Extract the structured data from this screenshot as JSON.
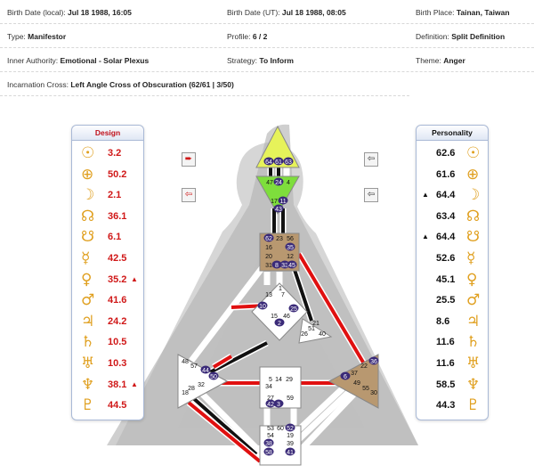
{
  "info": {
    "birth_date_local_label": "Birth Date (local):",
    "birth_date_local": "Jul 18 1988, 16:05",
    "birth_date_ut_label": "Birth Date (UT):",
    "birth_date_ut": "Jul 18 1988, 08:05",
    "birth_place_label": "Birth Place:",
    "birth_place": "Tainan, Taiwan",
    "type_label": "Type:",
    "type": "Manifestor",
    "profile_label": "Profile:",
    "profile": "6 / 2",
    "definition_label": "Definition:",
    "definition": "Split Definition",
    "authority_label": "Inner Authority:",
    "authority": "Emotional - Solar Plexus",
    "strategy_label": "Strategy:",
    "strategy": "To Inform",
    "theme_label": "Theme:",
    "theme": "Anger",
    "cross_label": "Incarnation Cross:",
    "cross": "Left Angle Cross of Obscuration (62/61 | 3/50)"
  },
  "design": {
    "title": "Design",
    "rows": [
      {
        "glyph": "☉",
        "icon": "sun-icon",
        "value": "3.2",
        "mark": ""
      },
      {
        "glyph": "⊕",
        "icon": "earth-icon",
        "value": "50.2",
        "mark": ""
      },
      {
        "glyph": "☽",
        "icon": "moon-icon",
        "value": "2.1",
        "mark": ""
      },
      {
        "glyph": "☊",
        "icon": "north-node-icon",
        "value": "36.1",
        "mark": ""
      },
      {
        "glyph": "☋",
        "icon": "south-node-icon",
        "value": "6.1",
        "mark": ""
      },
      {
        "glyph": "☿",
        "icon": "mercury-icon",
        "value": "42.5",
        "mark": ""
      },
      {
        "glyph": "♀",
        "icon": "venus-icon",
        "value": "35.2",
        "mark": "▲"
      },
      {
        "glyph": "♂",
        "icon": "mars-icon",
        "value": "41.6",
        "mark": ""
      },
      {
        "glyph": "♃",
        "icon": "jupiter-icon",
        "value": "24.2",
        "mark": ""
      },
      {
        "glyph": "♄",
        "icon": "saturn-icon",
        "value": "10.5",
        "mark": ""
      },
      {
        "glyph": "♅",
        "icon": "uranus-icon",
        "value": "10.3",
        "mark": ""
      },
      {
        "glyph": "♆",
        "icon": "neptune-icon",
        "value": "38.1",
        "mark": "▲"
      },
      {
        "glyph": "♇",
        "icon": "pluto-icon",
        "value": "44.5",
        "mark": ""
      }
    ]
  },
  "personality": {
    "title": "Personality",
    "rows": [
      {
        "glyph": "☉",
        "icon": "sun-icon",
        "value": "62.6",
        "mark": ""
      },
      {
        "glyph": "⊕",
        "icon": "earth-icon",
        "value": "61.6",
        "mark": ""
      },
      {
        "glyph": "☽",
        "icon": "moon-icon",
        "value": "64.4",
        "mark": "▲"
      },
      {
        "glyph": "☊",
        "icon": "north-node-icon",
        "value": "63.4",
        "mark": ""
      },
      {
        "glyph": "☋",
        "icon": "south-node-icon",
        "value": "64.4",
        "mark": "▲"
      },
      {
        "glyph": "☿",
        "icon": "mercury-icon",
        "value": "52.6",
        "mark": ""
      },
      {
        "glyph": "♀",
        "icon": "venus-icon",
        "value": "45.1",
        "mark": ""
      },
      {
        "glyph": "♂",
        "icon": "mars-icon",
        "value": "25.5",
        "mark": ""
      },
      {
        "glyph": "♃",
        "icon": "jupiter-icon",
        "value": "8.6",
        "mark": ""
      },
      {
        "glyph": "♄",
        "icon": "saturn-icon",
        "value": "11.6",
        "mark": ""
      },
      {
        "glyph": "♅",
        "icon": "uranus-icon",
        "value": "11.6",
        "mark": ""
      },
      {
        "glyph": "♆",
        "icon": "neptune-icon",
        "value": "58.5",
        "mark": ""
      },
      {
        "glyph": "♇",
        "icon": "pluto-icon",
        "value": "44.3",
        "mark": ""
      }
    ]
  },
  "controls": {
    "design_arrow_icon": "arrow-right-icon",
    "personality_arrow_icon": "arrow-left-icon"
  },
  "bodygraph": {
    "gates": {
      "head": [
        "64",
        "61",
        "63"
      ],
      "ajna": [
        "47",
        "24",
        "4",
        "17",
        "11",
        "43"
      ],
      "throat": [
        "62",
        "23",
        "56",
        "16",
        "35",
        "20",
        "12",
        "31",
        "8",
        "33",
        "45"
      ],
      "g": [
        "1",
        "13",
        "7",
        "10",
        "25",
        "15",
        "46",
        "2"
      ],
      "ego": [
        "21",
        "51",
        "26",
        "40"
      ],
      "spleen": [
        "48",
        "57",
        "44",
        "50",
        "32",
        "28",
        "18"
      ],
      "sacral": [
        "5",
        "14",
        "29",
        "34",
        "27",
        "42",
        "3",
        "59"
      ],
      "solar": [
        "36",
        "22",
        "37",
        "6",
        "49",
        "55",
        "30"
      ],
      "root": [
        "53",
        "60",
        "52",
        "54",
        "19",
        "38",
        "39",
        "58",
        "41"
      ]
    },
    "colors": {
      "head": "#e6f25a",
      "ajna": "#7ede3c",
      "throat": "#b89870",
      "g": "#ffffff",
      "ego": "#ffffff",
      "spleen": "#ffffff",
      "sacral": "#ffffff",
      "solar": "#b89870",
      "root": "#ffffff",
      "design_channel": "#e01010",
      "personality_channel": "#111111",
      "marker": "#3a2a78"
    }
  }
}
